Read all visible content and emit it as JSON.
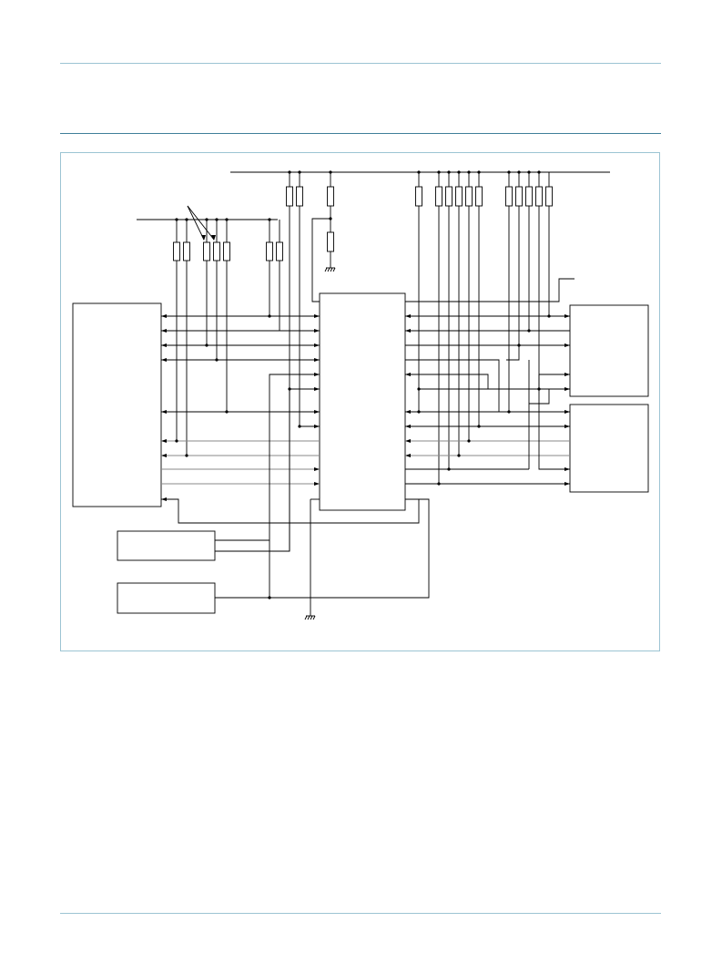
{
  "page": {
    "header_rule_color": "#9cc4d3",
    "section_rule_color": "#3f7f99",
    "frame_color": "#9cc4d3"
  },
  "diagram": {
    "type": "schematic",
    "labels_visible": false,
    "line_color": "#000000",
    "secondary_line_color": "#888888",
    "blocks": [
      "left-device-block",
      "central-ic-block",
      "right-device-block-upper",
      "right-device-block-lower",
      "lower-left-block-1",
      "lower-left-block-2"
    ],
    "upper_supply_rail_resistors": 15,
    "left_supply_rail_resistors": 7,
    "ground_symbols": 2
  }
}
